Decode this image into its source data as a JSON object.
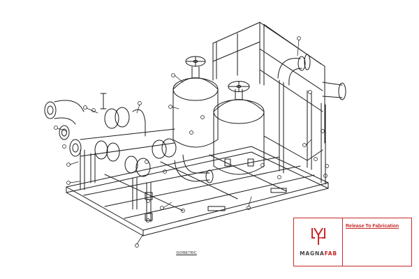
{
  "drawing": {
    "view_label": "ISOMETRIC",
    "line_color": "#1a1a1a"
  },
  "title_block": {
    "status": "Release To Fabrication",
    "brand_part1": "MAGNA",
    "brand_part2": "FAB",
    "accent_color": "#c62828",
    "logo_icon": "magnafab-logo-icon"
  }
}
